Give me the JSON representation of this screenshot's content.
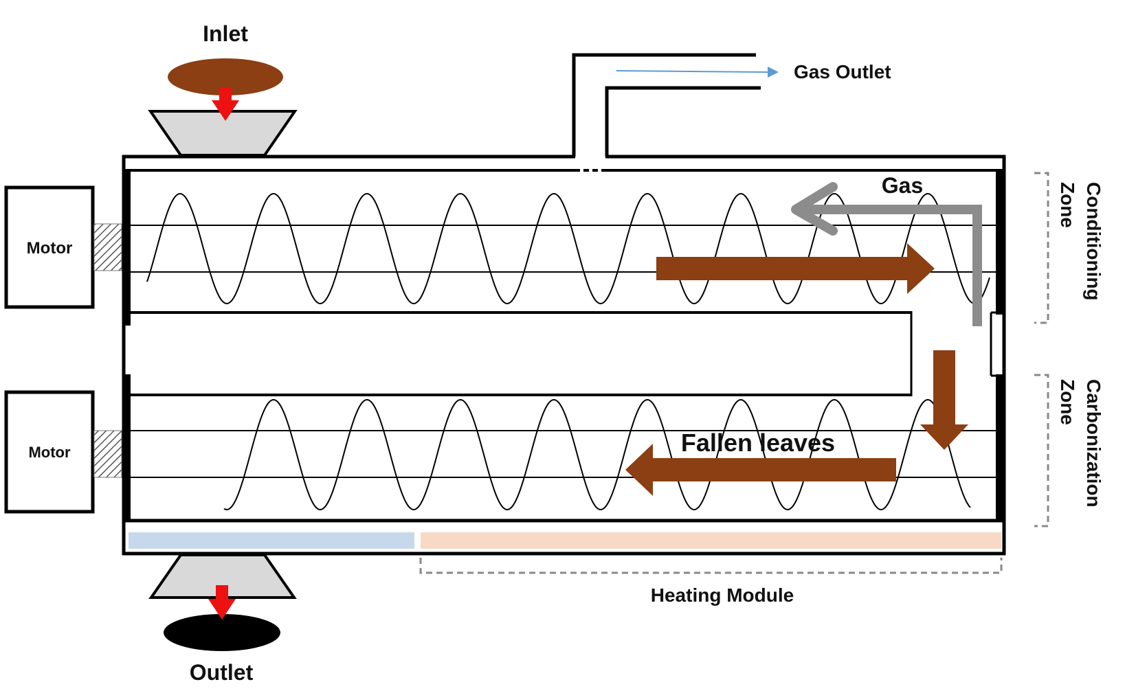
{
  "labels": {
    "inlet": "Inlet",
    "outlet": "Outlet",
    "gas_outlet": "Gas Outlet",
    "gas": "Gas",
    "fallen_leaves": "Fallen leaves",
    "motor_top": "Motor",
    "motor_bottom": "Motor",
    "heating_module": "Heating Module",
    "conditioning_zone_line1": "Conditioning",
    "conditioning_zone_line2": "Zone",
    "carbonization_zone_line1": "Carbonization",
    "carbonization_zone_line2": "Zone"
  },
  "colors": {
    "material_brown": "#8B3F12",
    "gas_gray": "#8C8C8C",
    "feed_arrow_red": "#EE1111",
    "hopper_gray": "#D9D9D9",
    "outlet_black": "#000000",
    "heating_blue": "#C8D8EC",
    "heating_peach": "#F8D9C6",
    "gas_flow_blue": "#5B9BD5",
    "outline": "#000000"
  },
  "icons": {
    "inlet_pile": "brown-ellipse",
    "outlet_pile": "black-ellipse",
    "feed_arrow": "red-down-arrow",
    "discharge_arrow": "red-down-arrow",
    "coupling": "hatched-coupling"
  }
}
